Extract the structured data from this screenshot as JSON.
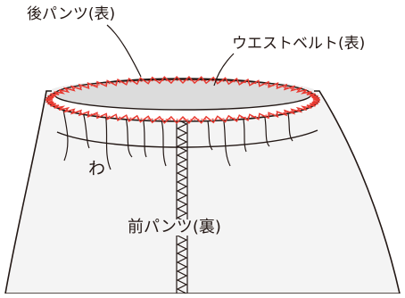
{
  "labels": {
    "back_pants": "後パンツ(表)",
    "waist_belt": "ウエストベルト(表)",
    "fold": "わ",
    "front_pants": "前パンツ(裏)"
  },
  "colors": {
    "outline": "#231815",
    "fabric": "#f4f4f4",
    "belt_inner": "#dcdcdc",
    "stitch": "#e8382f"
  }
}
